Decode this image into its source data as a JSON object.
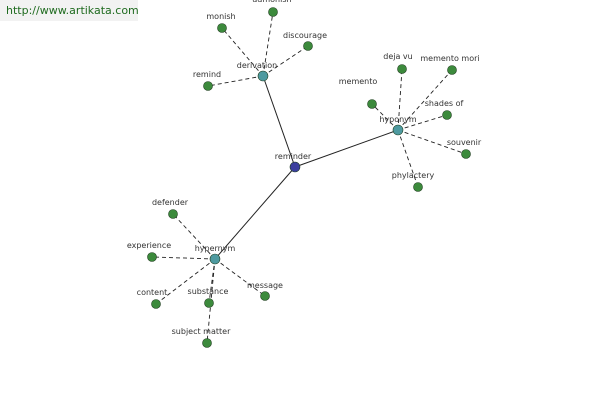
{
  "watermark": {
    "text": "http://www.artikata.com"
  },
  "graph": {
    "center": {
      "label": "reminder",
      "color": "#3b3f9e"
    },
    "group_color": "#4e9aa0",
    "leaf_color": "#3c8a3c",
    "groups": [
      {
        "label": "derivation",
        "leaves": [
          "admonish",
          "monish",
          "discourage",
          "remind"
        ]
      },
      {
        "label": "hyponym",
        "leaves": [
          "deja vu",
          "memento mori",
          "memento",
          "shades of",
          "souvenir",
          "phylactery"
        ]
      },
      {
        "label": "hypernym",
        "leaves": [
          "defender",
          "experience",
          "message",
          "content",
          "substance",
          "subject matter"
        ]
      }
    ]
  }
}
